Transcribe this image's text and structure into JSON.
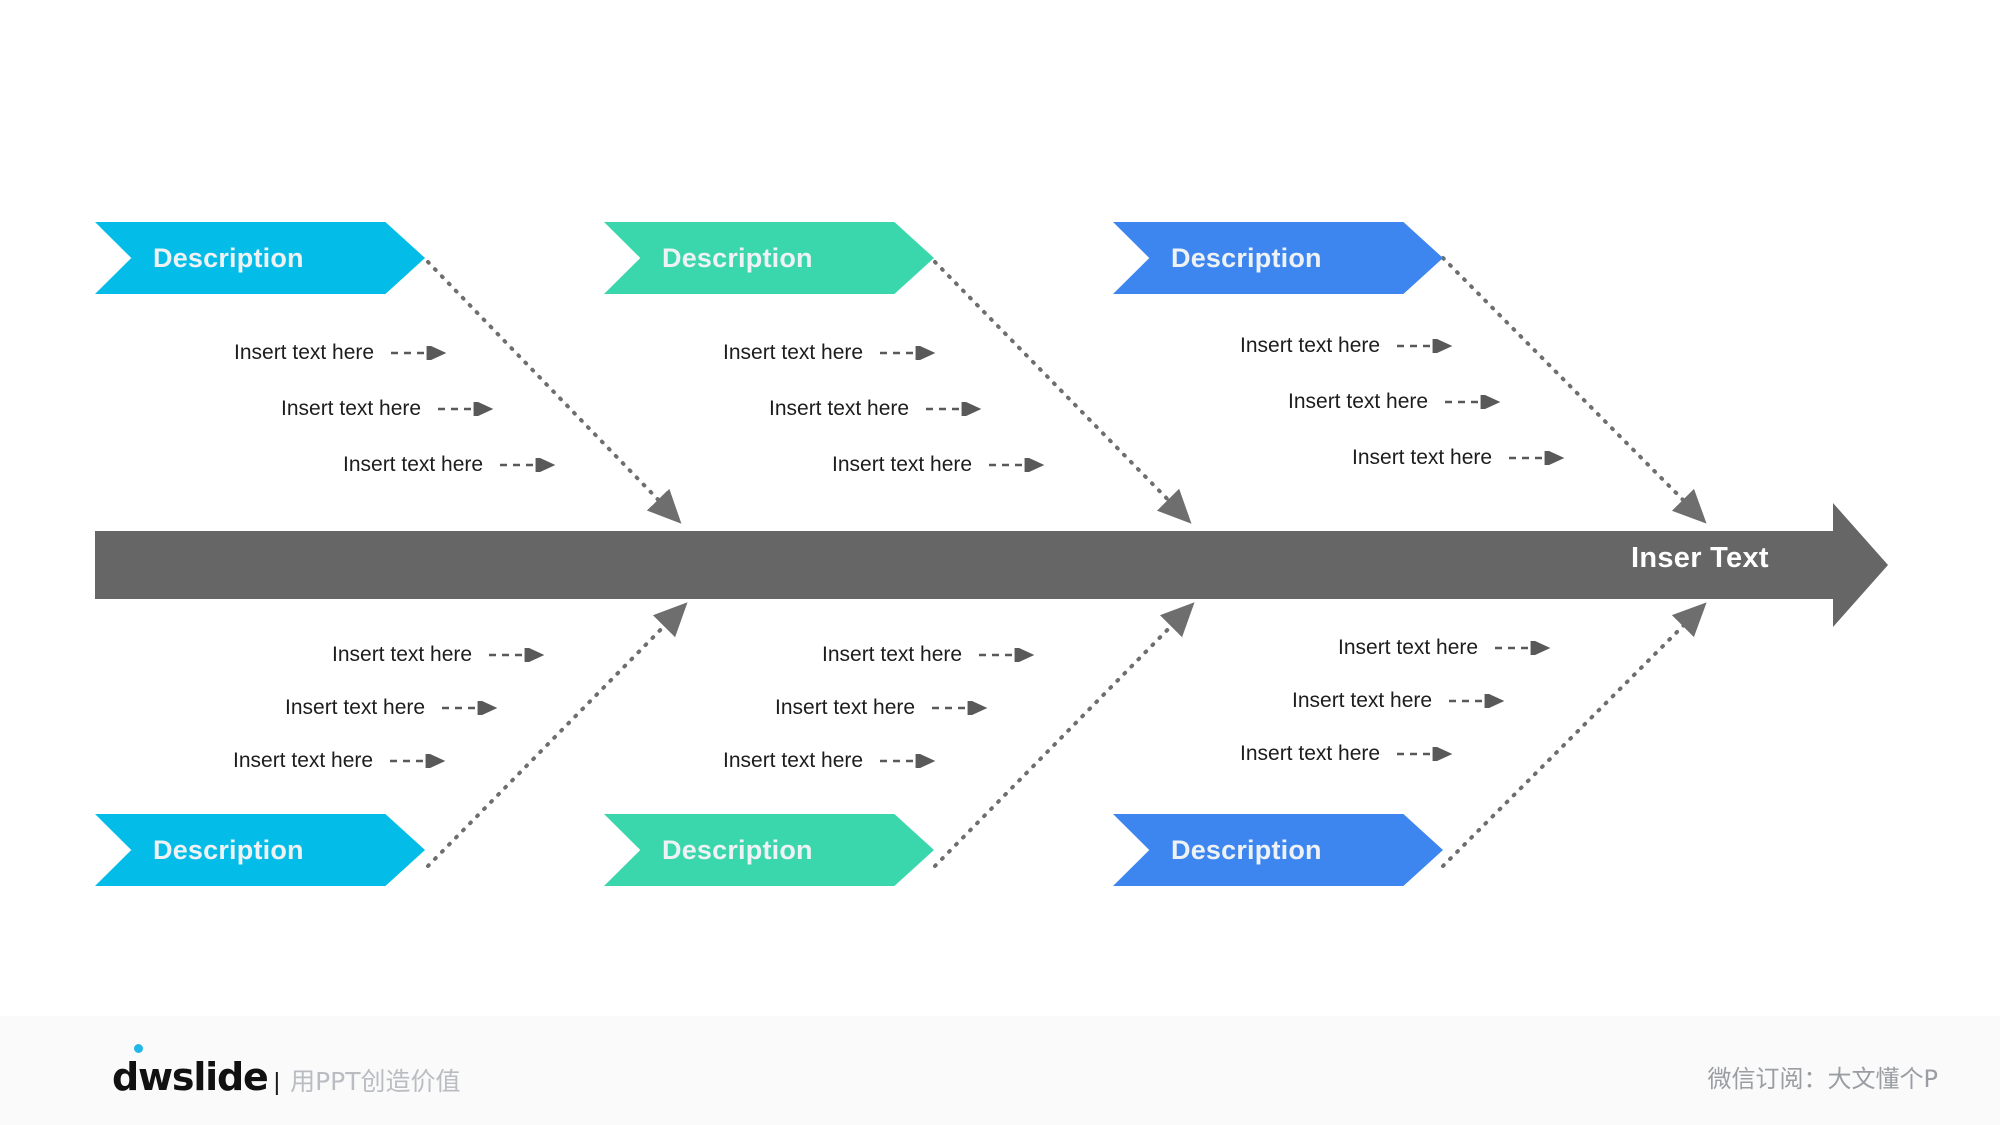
{
  "slide": {
    "background": "#ffffff",
    "type": "fishbone-diagram"
  },
  "spine": {
    "label": "Inser Text",
    "color": "#666666",
    "text_color": "#ffffff"
  },
  "colors": {
    "cyan": "#03bde8",
    "green": "#3ad7ac",
    "blue": "#3d86ef",
    "spine_gray": "#666666",
    "branch_text": "#1d1d1d",
    "arrow_gray": "#595959",
    "dotted_gray": "#6e6e6e",
    "banner_label": "#eef2f4",
    "footer_bg": "#fafafb"
  },
  "branches": {
    "top": [
      {
        "id": "top-1",
        "color": "#03bde8",
        "banner_label": "Description",
        "items": [
          {
            "text": "Insert text here"
          },
          {
            "text": "Insert text here"
          },
          {
            "text": "Insert text here"
          }
        ]
      },
      {
        "id": "top-2",
        "color": "#3ad7ac",
        "banner_label": "Description",
        "items": [
          {
            "text": "Insert text here"
          },
          {
            "text": "Insert text here"
          },
          {
            "text": "Insert text here"
          }
        ]
      },
      {
        "id": "top-3",
        "color": "#3d86ef",
        "banner_label": "Description",
        "items": [
          {
            "text": "Insert text here"
          },
          {
            "text": "Insert text here"
          },
          {
            "text": "Insert text here"
          }
        ]
      }
    ],
    "bottom": [
      {
        "id": "bottom-1",
        "color": "#03bde8",
        "banner_label": "Description",
        "items": [
          {
            "text": "Insert text here"
          },
          {
            "text": "Insert text here"
          },
          {
            "text": "Insert text here"
          }
        ]
      },
      {
        "id": "bottom-2",
        "color": "#3ad7ac",
        "banner_label": "Description",
        "items": [
          {
            "text": "Insert text here"
          },
          {
            "text": "Insert text here"
          },
          {
            "text": "Insert text here"
          }
        ]
      },
      {
        "id": "bottom-3",
        "color": "#3d86ef",
        "banner_label": "Description",
        "items": [
          {
            "text": "Insert text here"
          },
          {
            "text": "Insert text here"
          },
          {
            "text": "Insert text here"
          }
        ]
      }
    ]
  },
  "footer": {
    "logo_text": "dwslide",
    "separator": "|",
    "tagline": "用PPT创造价值",
    "wechat": "微信订阅：大文懂个P"
  }
}
